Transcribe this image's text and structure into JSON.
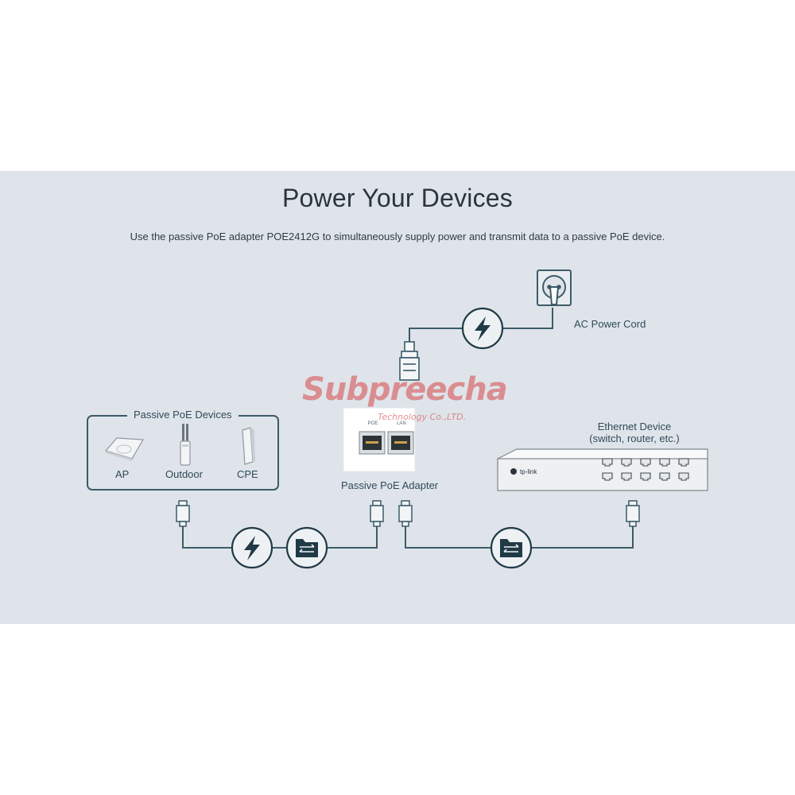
{
  "header": {
    "title": "Power Your Devices",
    "subtitle": "Use the passive PoE adapter POE2412G to simultaneously supply power and transmit data to a passive PoE device."
  },
  "devices_box": {
    "title": "Passive PoE Devices",
    "items": [
      "AP",
      "Outdoor",
      "CPE"
    ]
  },
  "adapter": {
    "label": "Passive PoE Adapter",
    "port_left": "POE",
    "port_right": "LAN"
  },
  "ac": {
    "label": "AC Power Cord"
  },
  "ethernet": {
    "title": "Ethernet Device",
    "subtitle": "(switch, router, etc.)",
    "brand": "tp-link"
  },
  "watermark": {
    "main": "Subpreecha",
    "sub": "Technology Co.,LTD."
  },
  "icons": {
    "power": "lightning-bolt-icon",
    "data": "folder-transfer-icon",
    "outlet": "wall-outlet-icon",
    "plug": "rj45-plug-icon"
  },
  "colors": {
    "background": "#dfe4ea",
    "line": "#3c5b68",
    "dark": "#2a3540"
  }
}
